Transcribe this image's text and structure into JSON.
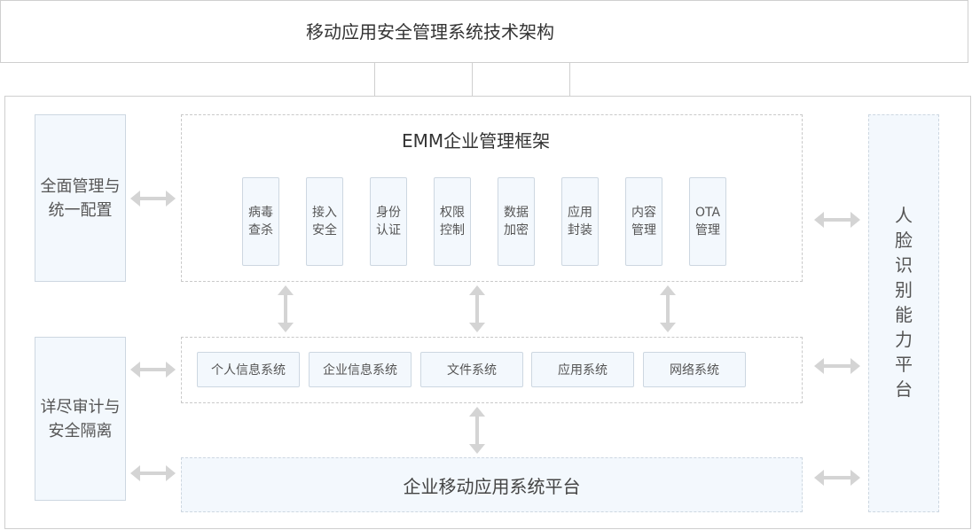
{
  "title": "移动应用安全管理系统技术架构",
  "left_panels": [
    {
      "lines": [
        "全面管理与",
        "统一配置"
      ]
    },
    {
      "lines": [
        "详尽审计与",
        "安全隔离"
      ]
    }
  ],
  "emm_framework": {
    "title": "EMM企业管理框架",
    "modules": [
      {
        "lines": [
          "病毒",
          "查杀"
        ]
      },
      {
        "lines": [
          "接入",
          "安全"
        ]
      },
      {
        "lines": [
          "身份",
          "认证"
        ]
      },
      {
        "lines": [
          "权限",
          "控制"
        ]
      },
      {
        "lines": [
          "数据",
          "加密"
        ]
      },
      {
        "lines": [
          "应用",
          "封装"
        ]
      },
      {
        "lines": [
          "内容",
          "管理"
        ]
      },
      {
        "lines": [
          "OTA",
          "管理"
        ]
      }
    ]
  },
  "systems": [
    "个人信息系统",
    "企业信息系统",
    "文件系统",
    "应用系统",
    "网络系统"
  ],
  "platform": "企业移动应用系统平台",
  "right_panel": "人脸识别能力平台",
  "colors": {
    "line": "#cfcfcf",
    "dashed_border": "#c9c9c9",
    "panel_background": "#f3f8fd",
    "panel_border": "#cdd7e1",
    "arrow": "#d4d4d4",
    "title_text": "#333333",
    "body_text": "#555555"
  }
}
